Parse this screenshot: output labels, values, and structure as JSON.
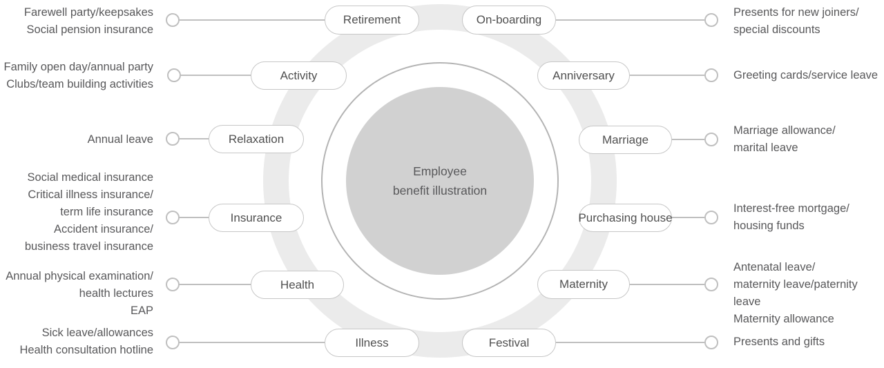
{
  "title": "Employee benefit illustration",
  "colors": {
    "ring": "#ebebeb",
    "center_fill": "#d1d1d1",
    "center_outline": "#b3b3b3",
    "pill_border": "#c6c6c6",
    "connector": "#bfbfbf",
    "text": "#58585a"
  },
  "center": {
    "label": "Employee\nbenefit illustration"
  },
  "benefits": {
    "left": [
      {
        "label": "Retirement",
        "desc": "Farewell party/keepsakes\nSocial pension insurance"
      },
      {
        "label": "Activity",
        "desc": "Family open day/annual party\nClubs/team building activities"
      },
      {
        "label": "Relaxation",
        "desc": "Annual leave"
      },
      {
        "label": "Insurance",
        "desc": "Social medical insurance\nCritical illness insurance/\nterm life insurance\nAccident insurance/\nbusiness travel insurance"
      },
      {
        "label": "Health",
        "desc": "Annual physical examination/\nhealth lectures\nEAP"
      },
      {
        "label": "Illness",
        "desc": "Sick leave/allowances\nHealth consultation hotline"
      }
    ],
    "right": [
      {
        "label": "On-boarding",
        "desc": "Presents for new joiners/\nspecial discounts"
      },
      {
        "label": "Anniversary",
        "desc": "Greeting cards/service leave"
      },
      {
        "label": "Marriage",
        "desc": "Marriage allowance/\nmarital leave"
      },
      {
        "label": "Purchasing house",
        "desc": "Interest-free mortgage/\nhousing funds"
      },
      {
        "label": "Maternity",
        "desc": "Antenatal leave/\nmaternity leave/paternity leave\nMaternity allowance"
      },
      {
        "label": "Festival",
        "desc": "Presents and gifts"
      }
    ]
  }
}
